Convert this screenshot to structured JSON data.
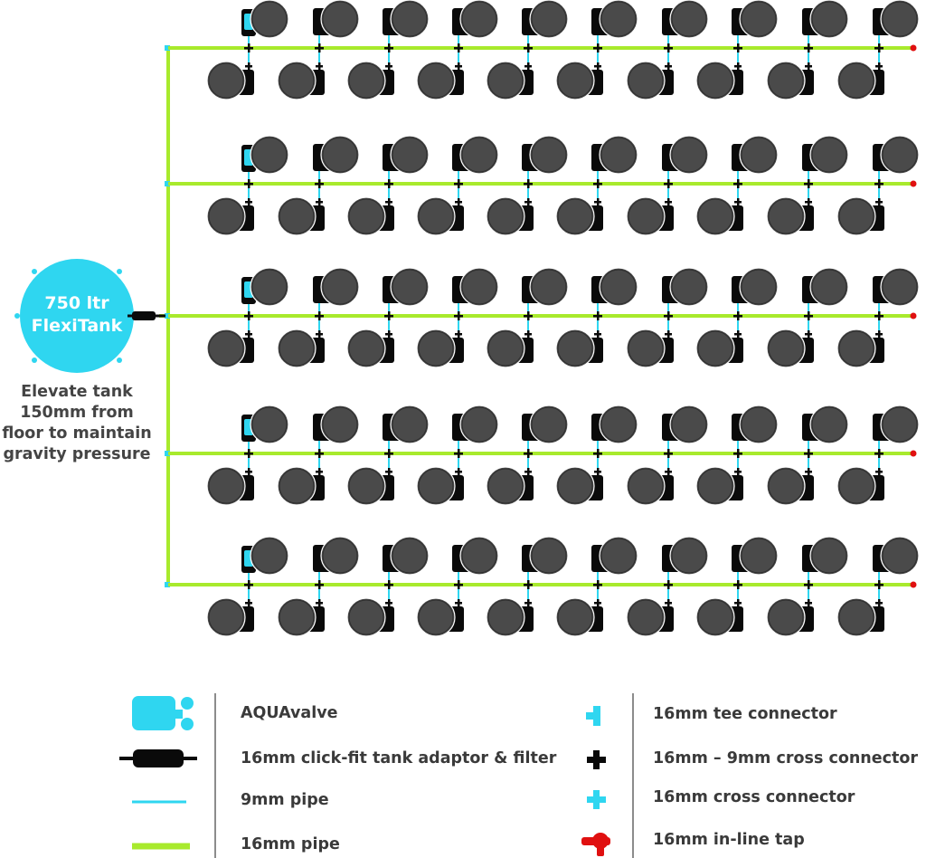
{
  "tank": {
    "line1": "750 ltr",
    "line2": "FlexiTank",
    "color": "#2fd6f0"
  },
  "note": {
    "line1": "Elevate tank",
    "line2": "150mm from",
    "line3": "floor to maintain",
    "line4": "gravity pressure"
  },
  "layout_info": {
    "rows": 5,
    "pots_top_per_row": 10,
    "pots_bottom_per_row": 10
  },
  "colors": {
    "pipe_16mm": "#a8ea2c",
    "pipe_9mm": "#2fd6f0",
    "pot": "#4a4a4a",
    "valve": "#0a0a0a",
    "aquavalve": "#2fd6f0",
    "tap": "#e01010"
  },
  "legend": {
    "left": [
      {
        "icon": "aquavalve-icon",
        "label": "AQUAvalve"
      },
      {
        "icon": "tank-adaptor-icon",
        "label": "16mm click-fit tank adaptor & filter"
      },
      {
        "icon": "pipe-9mm-icon",
        "label": "9mm pipe"
      },
      {
        "icon": "pipe-16mm-icon",
        "label": "16mm pipe"
      }
    ],
    "right": [
      {
        "icon": "tee-connector-icon",
        "label": "16mm tee connector"
      },
      {
        "icon": "cross-connector-9mm-icon",
        "label": "16mm – 9mm cross connector"
      },
      {
        "icon": "cross-connector-icon",
        "label": "16mm cross connector"
      },
      {
        "icon": "inline-tap-icon",
        "label": "16mm in-line tap"
      }
    ]
  }
}
